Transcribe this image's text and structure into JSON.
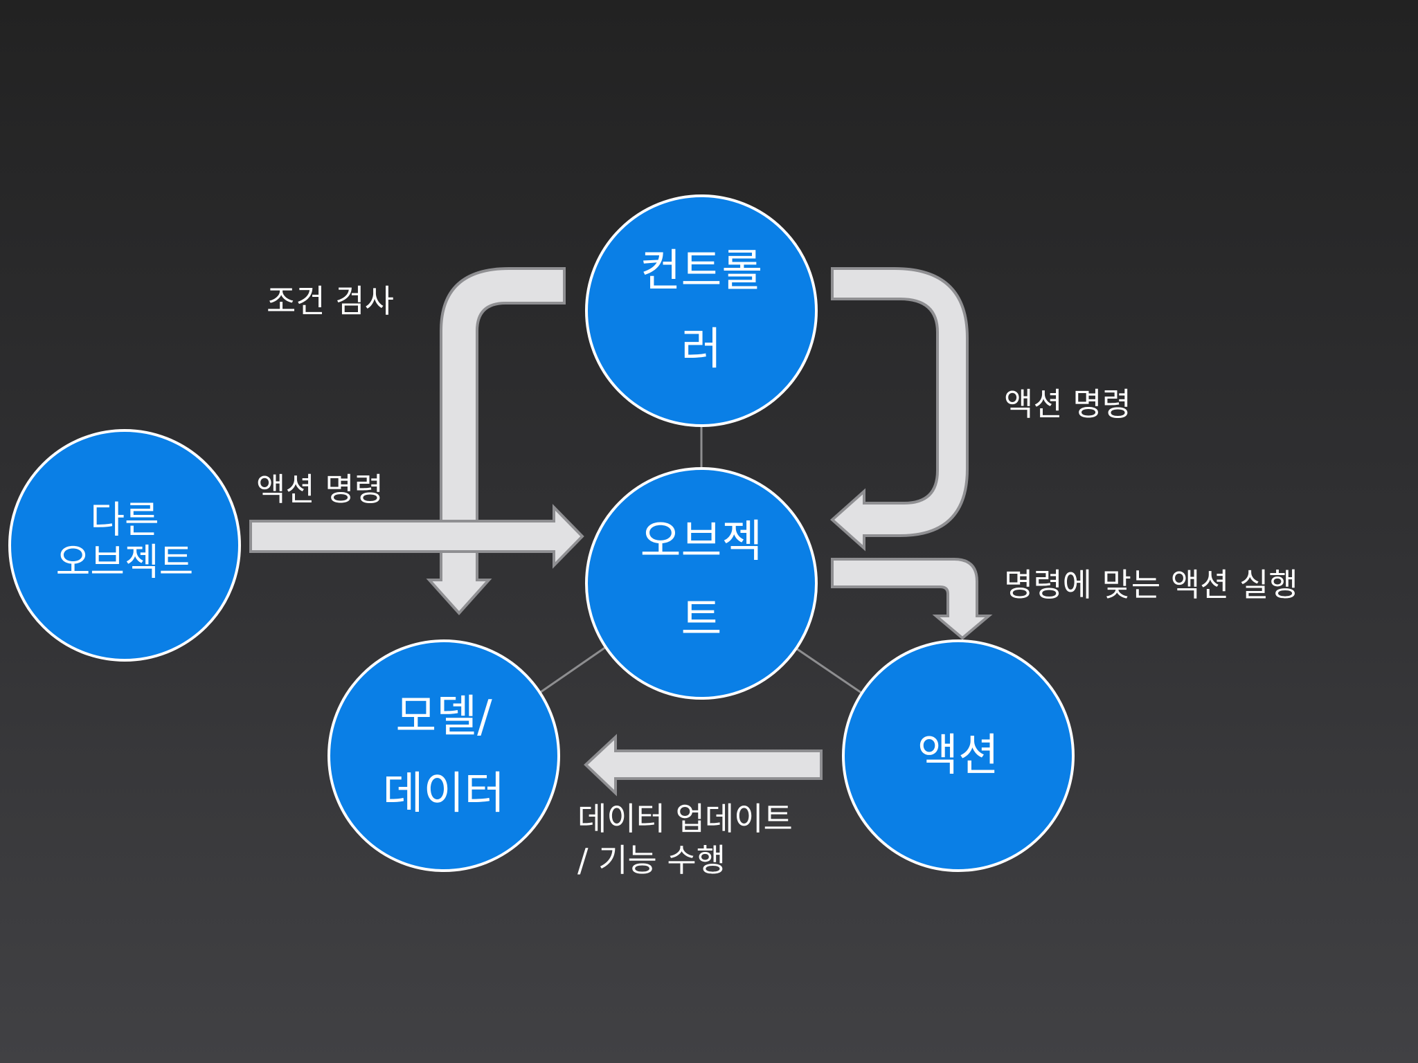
{
  "colors": {
    "node_fill": "#0a7fe6",
    "node_stroke": "#ffffff",
    "arrow_fill": "#e1e1e3",
    "arrow_stroke": "#8f8f92",
    "text": "#ffffff"
  },
  "nodes": {
    "controller": [
      "컨트롤",
      "러"
    ],
    "object": [
      "오브젝",
      "트"
    ],
    "other_object": [
      "다른",
      "오브젝트"
    ],
    "model_data": [
      "모델/",
      "데이터"
    ],
    "action": [
      "액션"
    ]
  },
  "edge_labels": {
    "condition_check": "조건 검사",
    "controller_action_command": "액션 명령",
    "other_action_command": "액션 명령",
    "execute_action": "명령에 맞는 액션 실행",
    "data_update": [
      "데이터 업데이트",
      "/ 기능 수행"
    ]
  }
}
